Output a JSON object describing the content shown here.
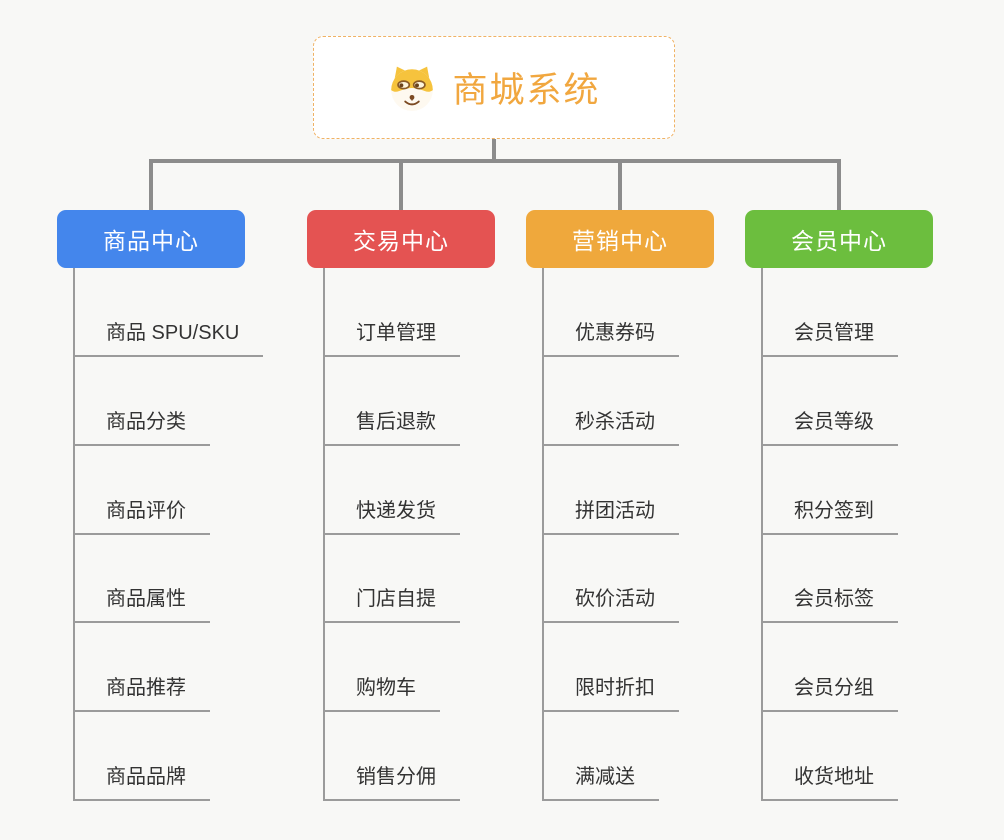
{
  "root": {
    "title": "商城系统",
    "icon": "doge-icon",
    "border_color": "#f0b264",
    "title_color": "#f1a73f"
  },
  "connector_color": "#8c8c8c",
  "branches": [
    {
      "label": "商品中心",
      "color": "#4486ec",
      "children": [
        "商品 SPU/SKU",
        "商品分类",
        "商品评价",
        "商品属性",
        "商品推荐",
        "商品品牌"
      ]
    },
    {
      "label": "交易中心",
      "color": "#e45352",
      "children": [
        "订单管理",
        "售后退款",
        "快递发货",
        "门店自提",
        "购物车",
        "销售分佣"
      ]
    },
    {
      "label": "营销中心",
      "color": "#efa83c",
      "children": [
        "优惠券码",
        "秒杀活动",
        "拼团活动",
        "砍价活动",
        "限时折扣",
        "满减送"
      ]
    },
    {
      "label": "会员中心",
      "color": "#6cbe3e",
      "children": [
        "会员管理",
        "会员等级",
        "积分签到",
        "会员标签",
        "会员分组",
        "收货地址"
      ]
    }
  ]
}
